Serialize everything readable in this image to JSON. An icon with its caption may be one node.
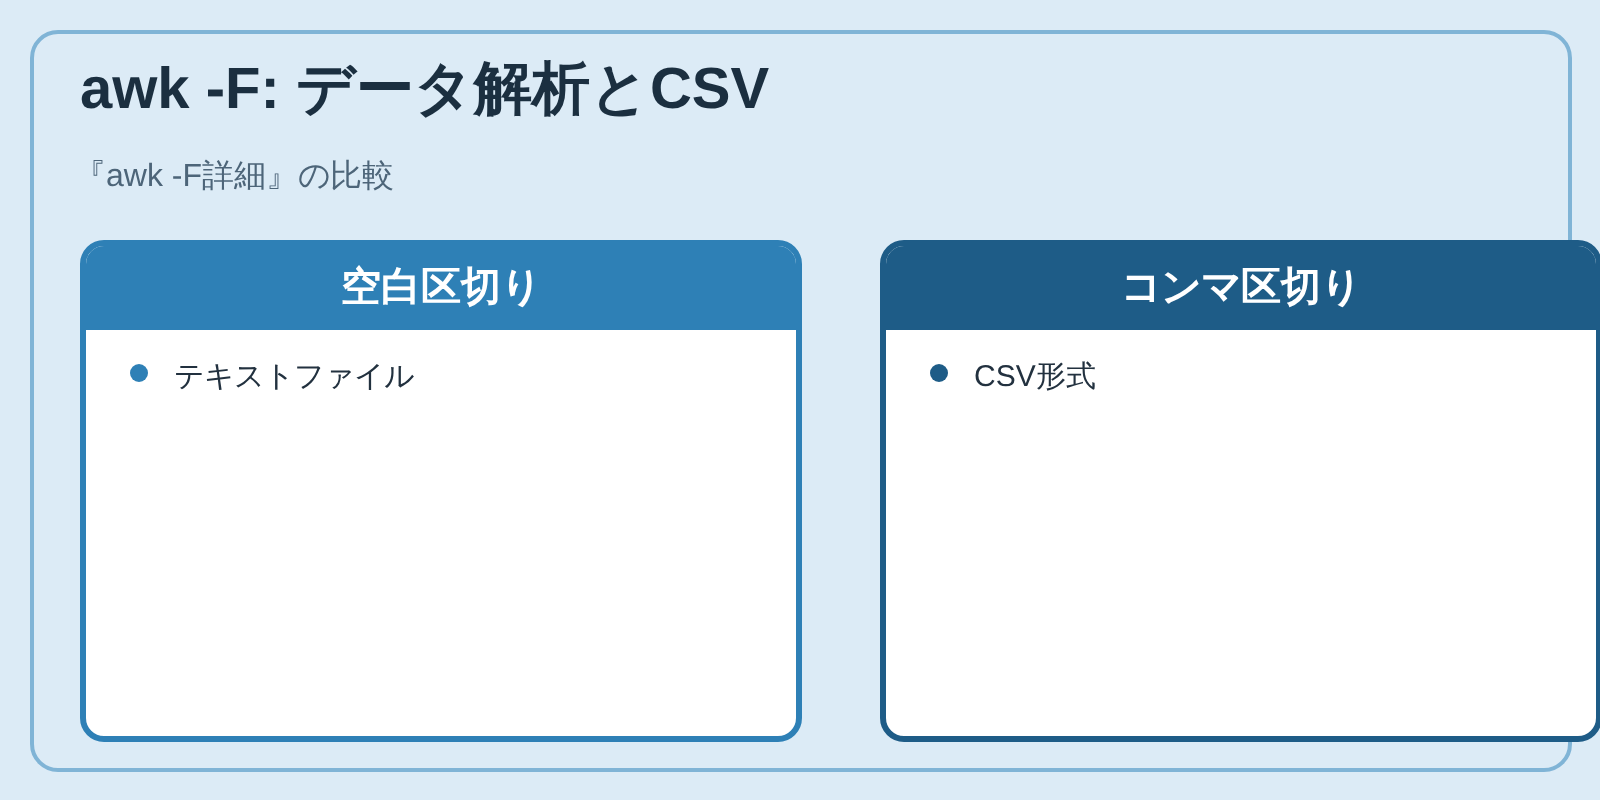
{
  "diagram": {
    "title": "awk -F: データ解析とCSV",
    "labels": [
      "『awk -F詳細』の比較"
    ],
    "nodes": [
      {
        "text": [
          "空白区切り",
          "テキストファイル"
        ]
      },
      {
        "text": [
          "コンマ区切り",
          "CSV形式"
        ]
      }
    ]
  }
}
